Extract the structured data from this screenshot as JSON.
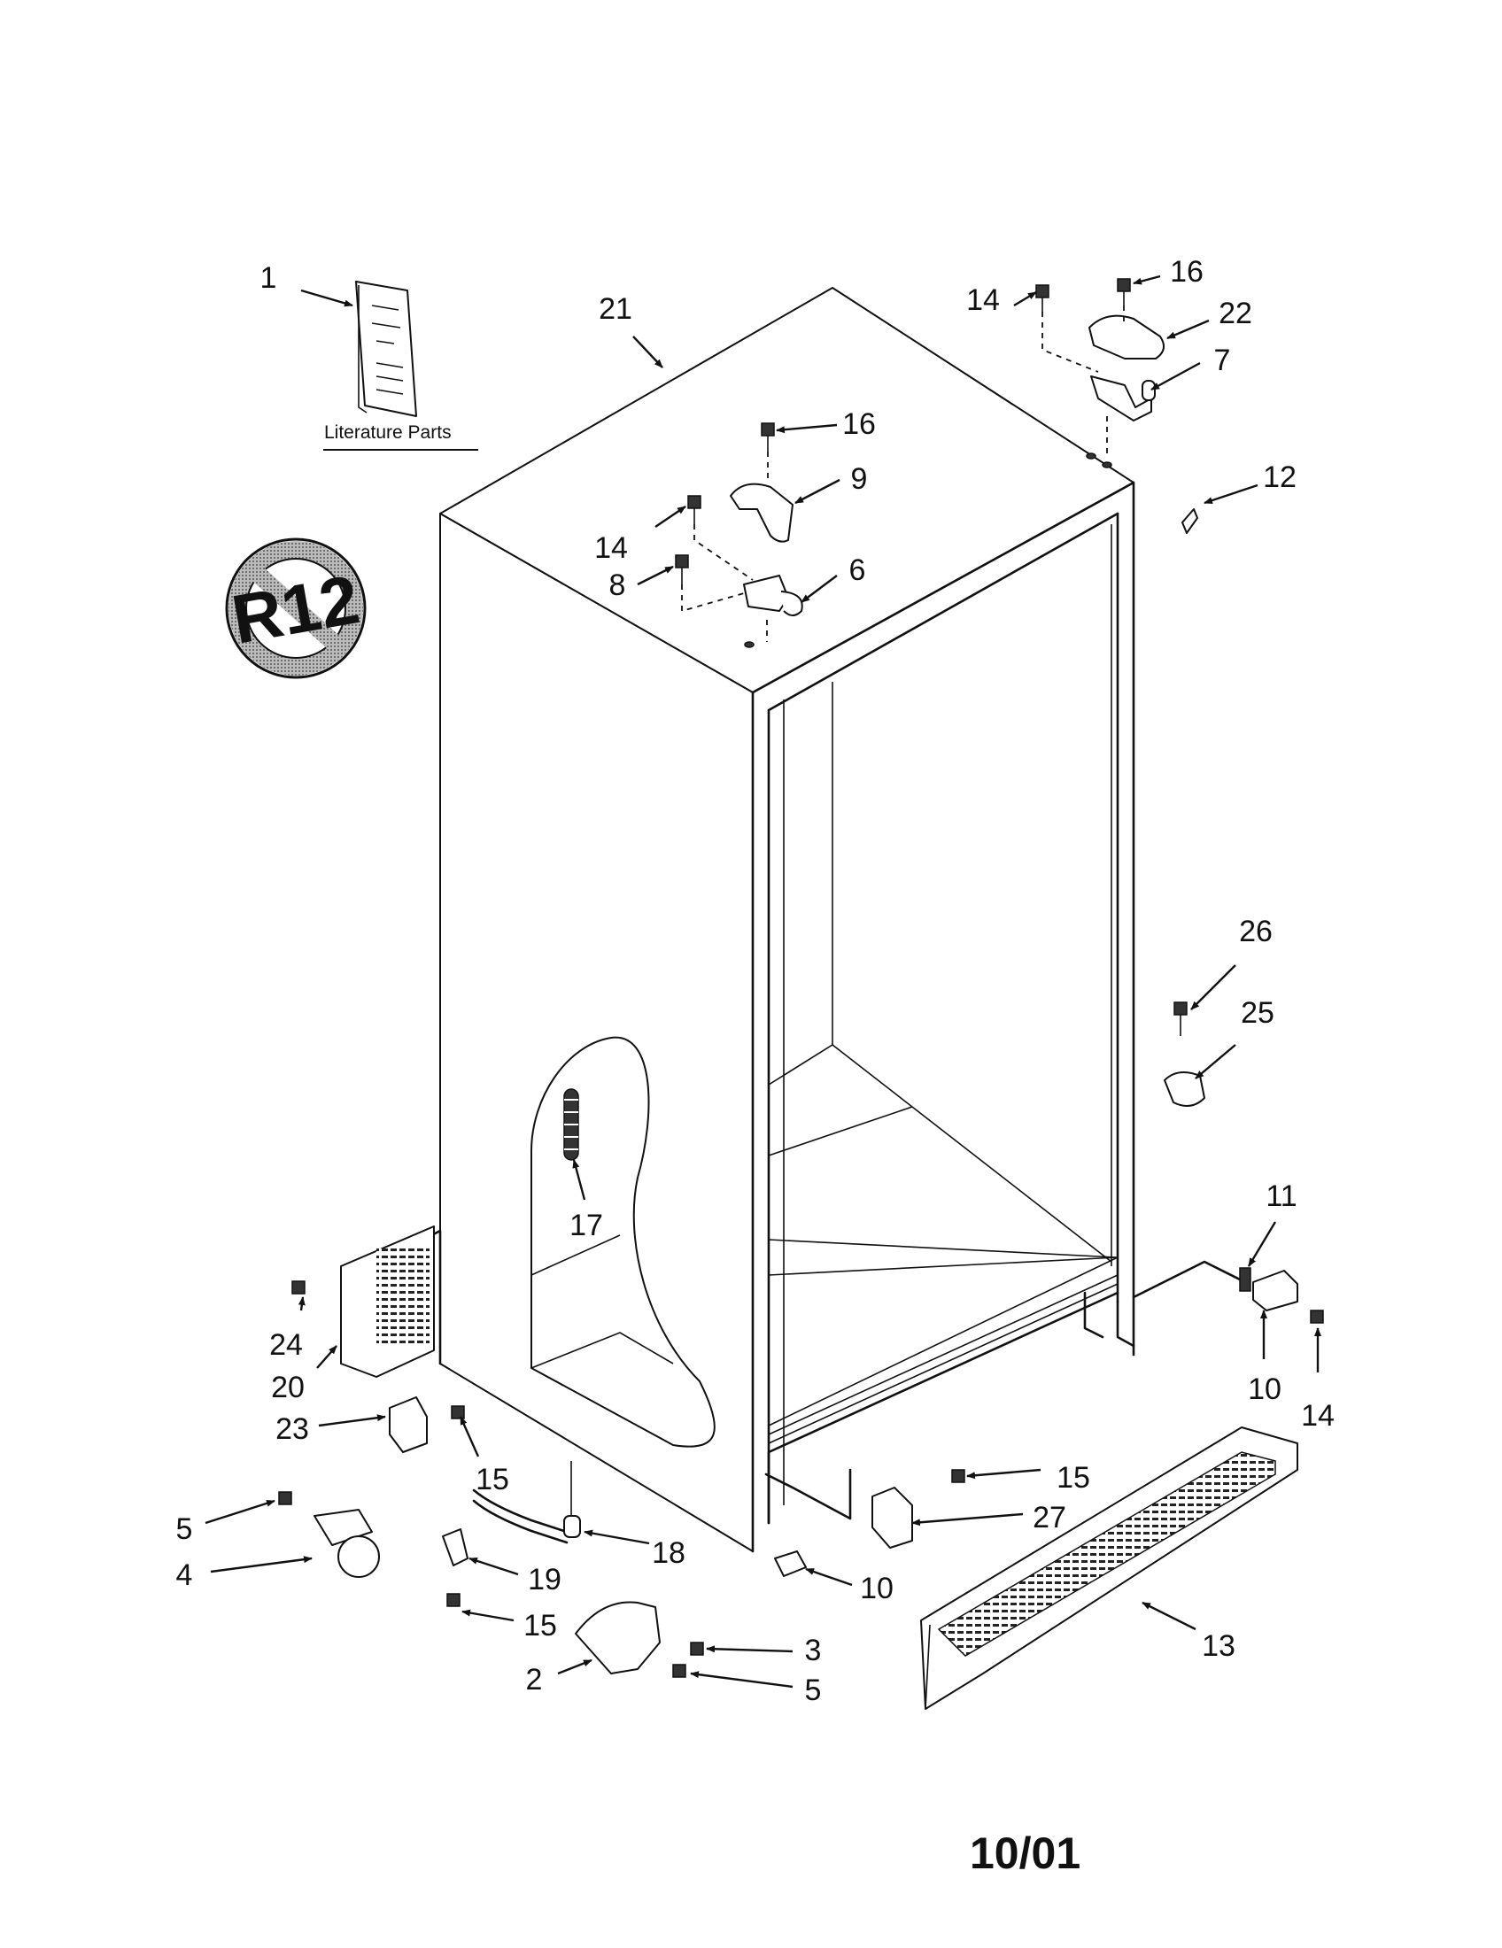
{
  "literature_label": "Literature Parts",
  "revision_date": "10/01",
  "r12_badge": "R12",
  "icons": {
    "literature": "manual-booklet-icon",
    "no_r12": "no-r12-symbol-icon"
  },
  "callouts": [
    {
      "id": "c1",
      "text": "1"
    },
    {
      "id": "c21",
      "text": "21"
    },
    {
      "id": "c16a",
      "text": "16"
    },
    {
      "id": "c14a",
      "text": "14"
    },
    {
      "id": "c22",
      "text": "22"
    },
    {
      "id": "c7",
      "text": "7"
    },
    {
      "id": "c16b",
      "text": "16"
    },
    {
      "id": "c9",
      "text": "9"
    },
    {
      "id": "c12",
      "text": "12"
    },
    {
      "id": "c14b",
      "text": "14"
    },
    {
      "id": "c8",
      "text": "8"
    },
    {
      "id": "c6",
      "text": "6"
    },
    {
      "id": "c26",
      "text": "26"
    },
    {
      "id": "c25",
      "text": "25"
    },
    {
      "id": "c17",
      "text": "17"
    },
    {
      "id": "c11",
      "text": "11"
    },
    {
      "id": "c24",
      "text": "24"
    },
    {
      "id": "c20",
      "text": "20"
    },
    {
      "id": "c10a",
      "text": "10"
    },
    {
      "id": "c14c",
      "text": "14"
    },
    {
      "id": "c23",
      "text": "23"
    },
    {
      "id": "c15a",
      "text": "15"
    },
    {
      "id": "c15b",
      "text": "15"
    },
    {
      "id": "c27",
      "text": "27"
    },
    {
      "id": "c5a",
      "text": "5"
    },
    {
      "id": "c18",
      "text": "18"
    },
    {
      "id": "c4",
      "text": "4"
    },
    {
      "id": "c19",
      "text": "19"
    },
    {
      "id": "c10b",
      "text": "10"
    },
    {
      "id": "c15c",
      "text": "15"
    },
    {
      "id": "c3",
      "text": "3"
    },
    {
      "id": "c13",
      "text": "13"
    },
    {
      "id": "c2",
      "text": "2"
    },
    {
      "id": "c5b",
      "text": "5"
    }
  ]
}
